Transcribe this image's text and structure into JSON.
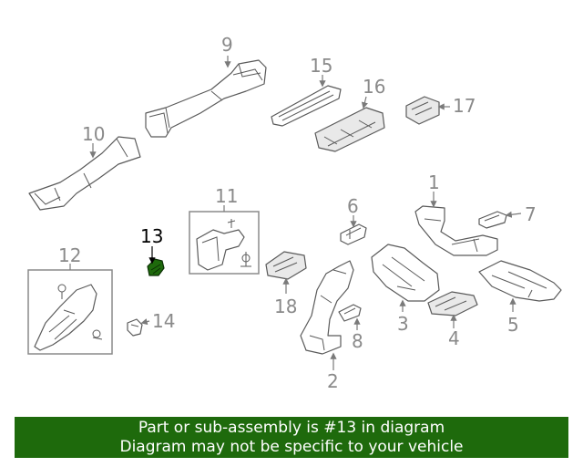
{
  "diagram": {
    "callouts": [
      {
        "id": "9",
        "label": "9"
      },
      {
        "id": "10",
        "label": "10"
      },
      {
        "id": "15",
        "label": "15"
      },
      {
        "id": "16",
        "label": "16"
      },
      {
        "id": "17",
        "label": "17"
      },
      {
        "id": "1",
        "label": "1"
      },
      {
        "id": "7",
        "label": "7"
      },
      {
        "id": "6",
        "label": "6"
      },
      {
        "id": "11",
        "label": "11"
      },
      {
        "id": "13",
        "label": "13",
        "highlighted": true
      },
      {
        "id": "12",
        "label": "12"
      },
      {
        "id": "14",
        "label": "14"
      },
      {
        "id": "18",
        "label": "18"
      },
      {
        "id": "3",
        "label": "3"
      },
      {
        "id": "4",
        "label": "4"
      },
      {
        "id": "5",
        "label": "5"
      },
      {
        "id": "8",
        "label": "8"
      },
      {
        "id": "2",
        "label": "2"
      }
    ],
    "highlight_color": "#1e6a0c"
  },
  "banner": {
    "line1": "Part or sub-assembly is #13 in diagram",
    "line2": "Diagram may not be specific to your vehicle",
    "background": "#1e6a0c"
  }
}
